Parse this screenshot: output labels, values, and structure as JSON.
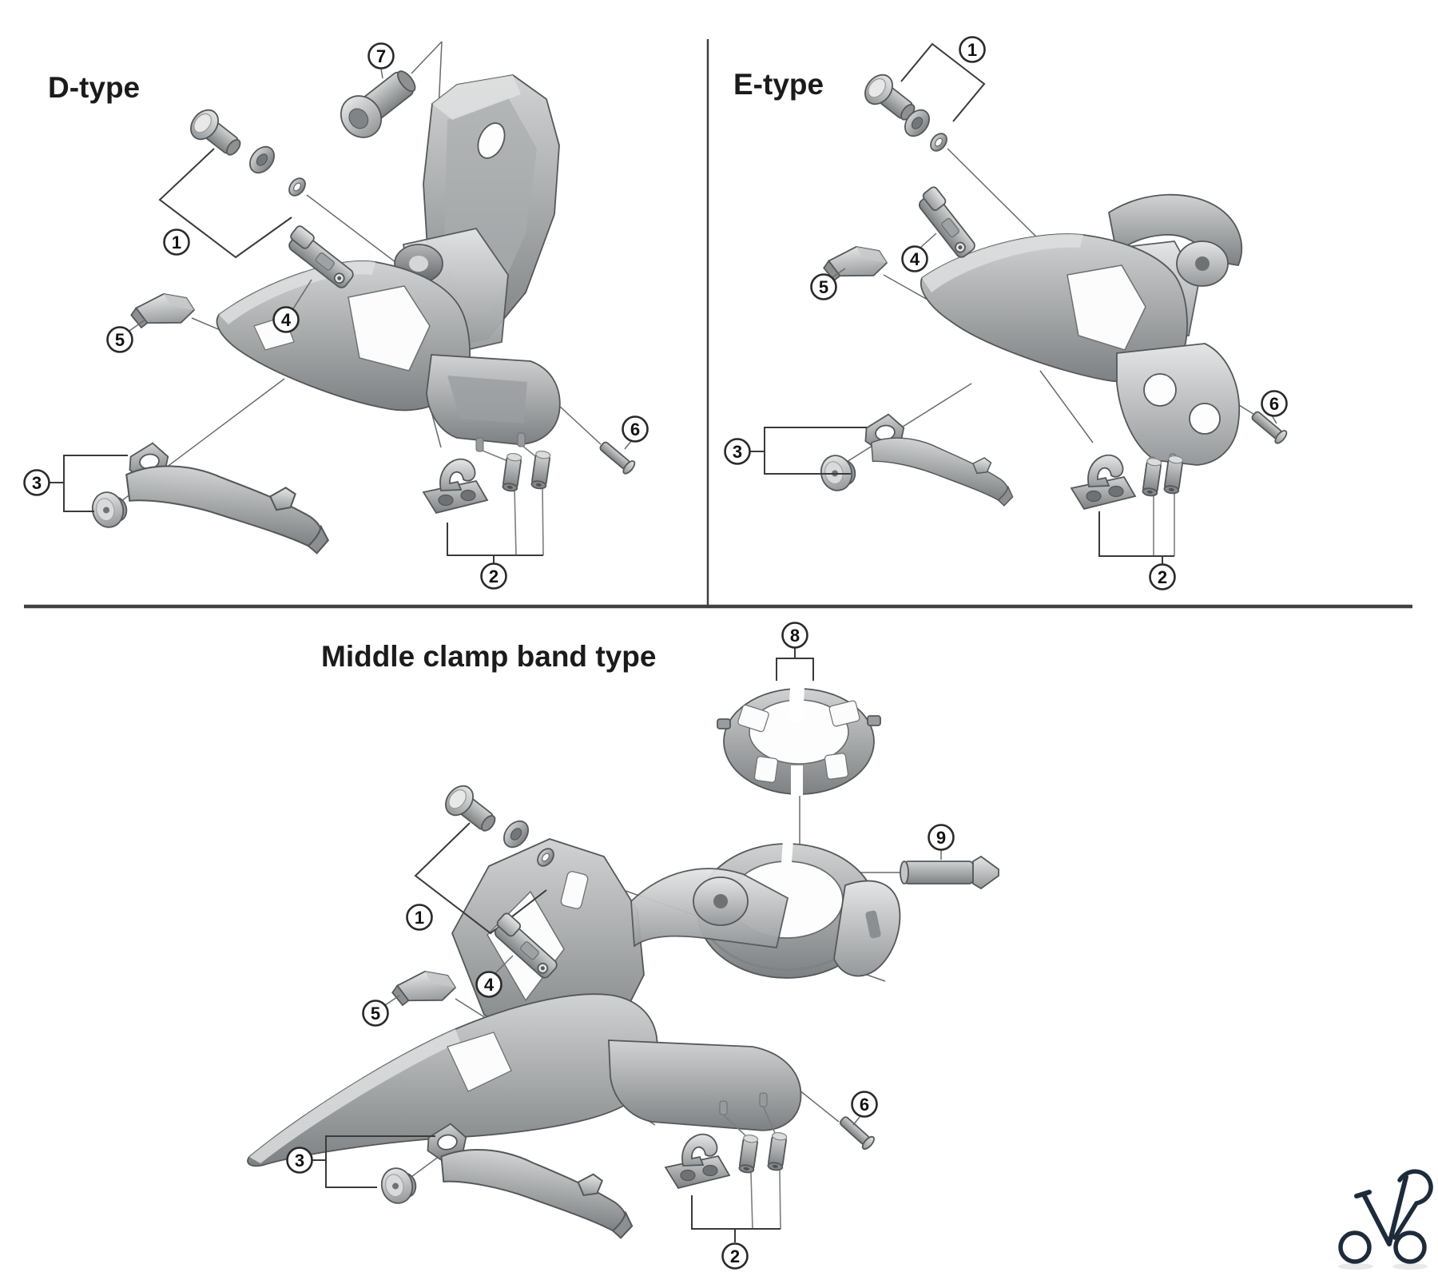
{
  "figure": {
    "type": "exploded-parts-diagram",
    "sections": [
      {
        "id": "d-type",
        "label": "D-type",
        "callouts": [
          "1",
          "2",
          "3",
          "4",
          "5",
          "6",
          "7"
        ]
      },
      {
        "id": "e-type",
        "label": "E-type",
        "callouts": [
          "1",
          "2",
          "3",
          "4",
          "5",
          "6"
        ]
      },
      {
        "id": "middle-clamp-band",
        "label": "Middle clamp band type",
        "callouts": [
          "1",
          "2",
          "3",
          "4",
          "5",
          "6",
          "8",
          "9"
        ]
      }
    ]
  },
  "callout_labels": {
    "c1": "1",
    "c2": "2",
    "c3": "3",
    "c4": "4",
    "c5": "5",
    "c6": "6",
    "c7": "7",
    "c8": "8",
    "c9": "9"
  },
  "icons": {
    "logo": "bicycle-logo-icon"
  },
  "colors": {
    "background": "#ffffff",
    "divider": "#414141",
    "leader_line": "#6a6a6a",
    "bracket_line": "#3a3a3a",
    "metal_light": "#e0e1e2",
    "metal_mid": "#a8abad",
    "metal_dark": "#6a6d70",
    "logo": "#1d2b3b"
  }
}
